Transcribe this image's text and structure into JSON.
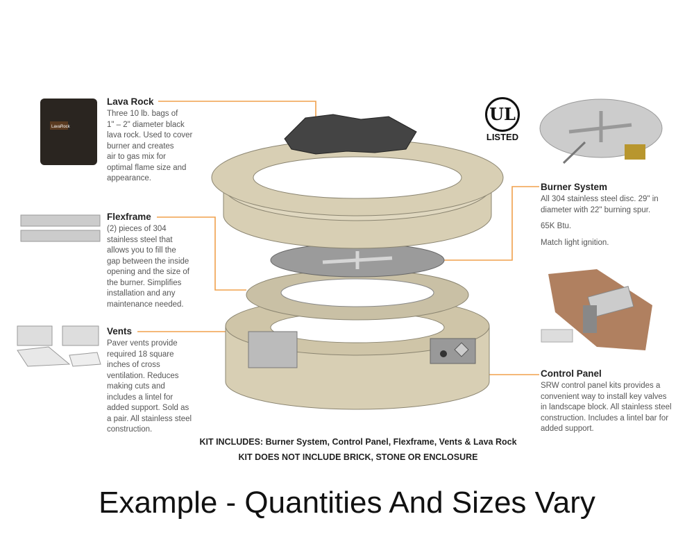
{
  "lava_rock": {
    "title": "Lava Rock",
    "lines": [
      "Three 10 lb. bags of",
      "1\" – 2\" diameter black",
      "lava rock. Used to cover",
      "burner and creates",
      "air to gas mix for",
      "optimal flame size and",
      "appearance."
    ],
    "bag_label": "LavaRock"
  },
  "flexframe": {
    "title": "Flexframe",
    "lines": [
      "(2) pieces of 304",
      "stainless steel that",
      "allows you to fill the",
      "gap between the inside",
      "opening and the size of",
      "the burner. Simplifies",
      "installation and any",
      "maintenance needed."
    ]
  },
  "vents": {
    "title": "Vents",
    "lines": [
      "Paver vents provide",
      "required 18 square",
      "inches of cross",
      "ventilation. Reduces",
      "making cuts and",
      "includes a lintel for",
      "added support. Sold as",
      "a pair. All stainless steel",
      "construction."
    ]
  },
  "burner_system": {
    "title": "Burner System",
    "lines": [
      "All 304 stainless steel disc. 29\" in",
      "diameter with 22\" burning spur."
    ],
    "btu": "65K Btu.",
    "ignition": "Match light ignition."
  },
  "control_panel": {
    "title": "Control Panel",
    "lines": [
      "SRW control panel kits provides a",
      "convenient way to install key valves",
      "in landscape block. All stainless steel",
      "construction. Includes a lintel bar for",
      "added support."
    ]
  },
  "ul_badge": {
    "mark": "UL",
    "text": "LISTED"
  },
  "kit_includes": "KIT INCLUDES: Burner System, Control Panel, Flexframe, Vents & Lava Rock",
  "kit_excludes": "KIT DOES NOT INCLUDE BRICK, STONE OR ENCLOSURE",
  "caption": "Example - Quantities And Sizes Vary",
  "colors": {
    "leader": "#f0a04b",
    "block": "#d8cfb4",
    "block_edge": "#8a8470",
    "steel": "#a9a9a9"
  }
}
